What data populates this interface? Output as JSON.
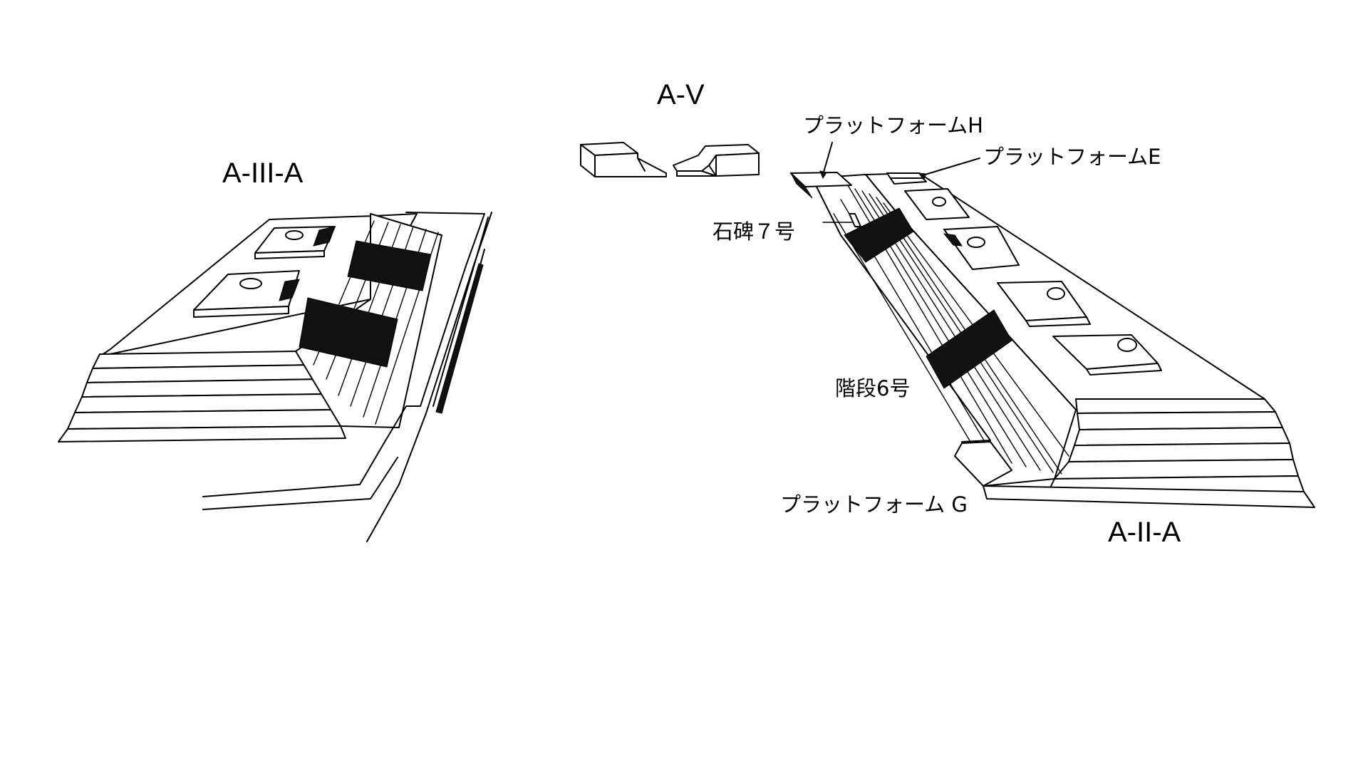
{
  "labels": {
    "a_iii_a": "A-III-A",
    "a_v": "A-V",
    "a_ii_a": "A-II-A",
    "platform_h": "プラットフォームH",
    "platform_e": "プラットフォームE",
    "stela_7": "石碑７号",
    "stair_6": "階段6号",
    "platform_g": "プラットフォーム G"
  },
  "colors": {
    "line": "#000000",
    "background": "#ffffff"
  }
}
